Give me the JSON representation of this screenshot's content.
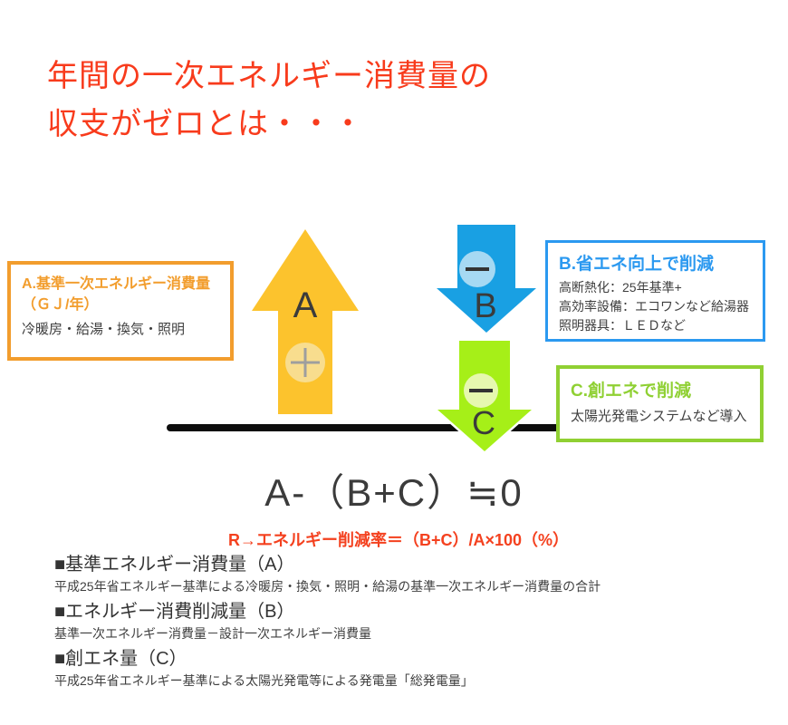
{
  "title": {
    "line1": "年間の一次エネルギー消費量の",
    "line2": "収支がゼロとは・・・"
  },
  "colors": {
    "title_red": "#f83b1c",
    "formula_note_red": "#f4411f",
    "baseline_black": "#0d0d0d",
    "arrow_a": "#fcc32d",
    "arrow_a_badge": "#f8dd8e",
    "plus_sign": "#9e9e9e",
    "arrow_b": "#19a0e3",
    "arrow_b_badge": "#a6d9f3",
    "arrow_c": "#a6ef18",
    "arrow_c_badge": "#e6f8af",
    "minus_sign": "#333333",
    "box_a_border": "#f29d2d",
    "box_b_border": "#2b99f0",
    "box_c_border": "#90d033",
    "label_dark": "#3b3b3b"
  },
  "labels": {
    "arrow_a": "A",
    "arrow_b": "B",
    "arrow_c": "C"
  },
  "box_a": {
    "title": "A.基準一次エネルギー消費量",
    "subtitle": "（ＧＪ/年）",
    "body": "冷暖房・給湯・換気・照明"
  },
  "box_b": {
    "title": "B.省エネ向上で削減",
    "lines": [
      "高断熱化：25年基準+",
      "高効率設備：エコワンなど給湯器",
      "照明器具：ＬＥＤなど"
    ]
  },
  "box_c": {
    "title": "C.創エネで削減",
    "body": "太陽光発電システムなど導入"
  },
  "formula": {
    "main": "A-（B+C）≒0",
    "note": "R→エネルギー削減率＝（B+C）/A×100（%）"
  },
  "definitions": [
    {
      "heading": "■基準エネルギー消費量（A）",
      "description": "平成25年省エネルギー基準による冷暖房・換気・照明・給湯の基準一次エネルギー消費量の合計"
    },
    {
      "heading": "■エネルギー消費削減量（B）",
      "description": "基準一次エネルギー消費量－設計一次エネルギー消費量"
    },
    {
      "heading": "■創エネ量（C）",
      "description": "平成25年省エネルギー基準による太陽光発電等による発電量「総発電量」"
    }
  ]
}
